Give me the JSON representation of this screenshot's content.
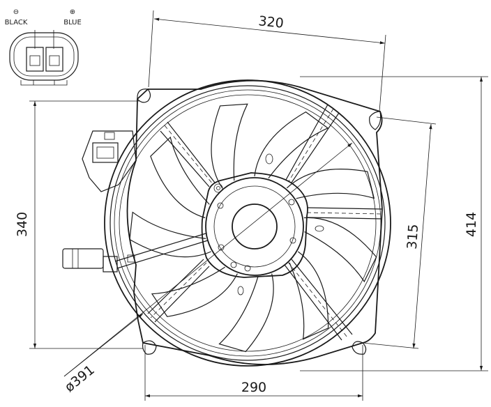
{
  "connector": {
    "negative_symbol": "⊖",
    "negative_label": "BLACK",
    "positive_symbol": "⊕",
    "positive_label": "BLUE"
  },
  "dimensions": {
    "top_width": "320",
    "bottom_width": "290",
    "left_height": "340",
    "inner_height": "315",
    "total_height": "414",
    "diameter": "ø391"
  }
}
